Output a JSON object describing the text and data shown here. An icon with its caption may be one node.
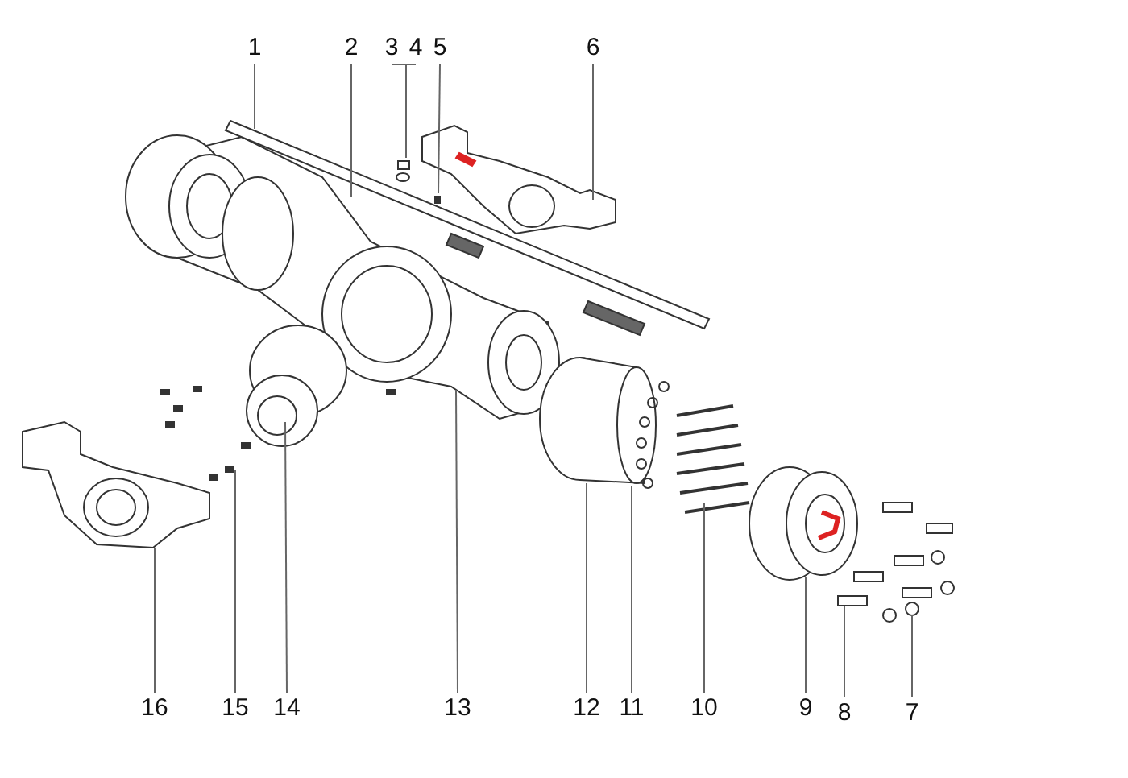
{
  "diagram": {
    "nodes": [
      {
        "text": [
          "1"
        ]
      },
      {
        "text": [
          "2"
        ]
      },
      {
        "text": [
          "3"
        ]
      },
      {
        "text": [
          "4"
        ]
      },
      {
        "text": [
          "5"
        ]
      },
      {
        "text": [
          "6"
        ]
      },
      {
        "text": [
          "16"
        ]
      },
      {
        "text": [
          "15"
        ]
      },
      {
        "text": [
          "14"
        ]
      },
      {
        "text": [
          "13"
        ]
      },
      {
        "text": [
          "12"
        ]
      },
      {
        "text": [
          "11"
        ]
      },
      {
        "text": [
          "10"
        ]
      },
      {
        "text": [
          "9"
        ]
      },
      {
        "text": [
          "8"
        ]
      },
      {
        "text": [
          "7"
        ]
      }
    ],
    "edges": [
      {
        "from": 0,
        "to": null,
        "arrow": "none"
      },
      {
        "from": 1,
        "to": null,
        "arrow": "none"
      },
      {
        "from": 2,
        "to": null,
        "arrow": "none"
      },
      {
        "from": 3,
        "to": null,
        "arrow": "none"
      },
      {
        "from": 4,
        "to": null,
        "arrow": "none"
      },
      {
        "from": 5,
        "to": null,
        "arrow": "none"
      },
      {
        "from": 6,
        "to": null,
        "arrow": "none"
      },
      {
        "from": 7,
        "to": null,
        "arrow": "none"
      },
      {
        "from": 8,
        "to": null,
        "arrow": "none"
      },
      {
        "from": 9,
        "to": null,
        "arrow": "none"
      },
      {
        "from": 10,
        "to": null,
        "arrow": "none"
      },
      {
        "from": 11,
        "to": null,
        "arrow": "none"
      },
      {
        "from": 12,
        "to": null,
        "arrow": "none"
      },
      {
        "from": 13,
        "to": null,
        "arrow": "none"
      },
      {
        "from": 14,
        "to": null,
        "arrow": "none"
      },
      {
        "from": 15,
        "to": null,
        "arrow": "none"
      }
    ]
  }
}
